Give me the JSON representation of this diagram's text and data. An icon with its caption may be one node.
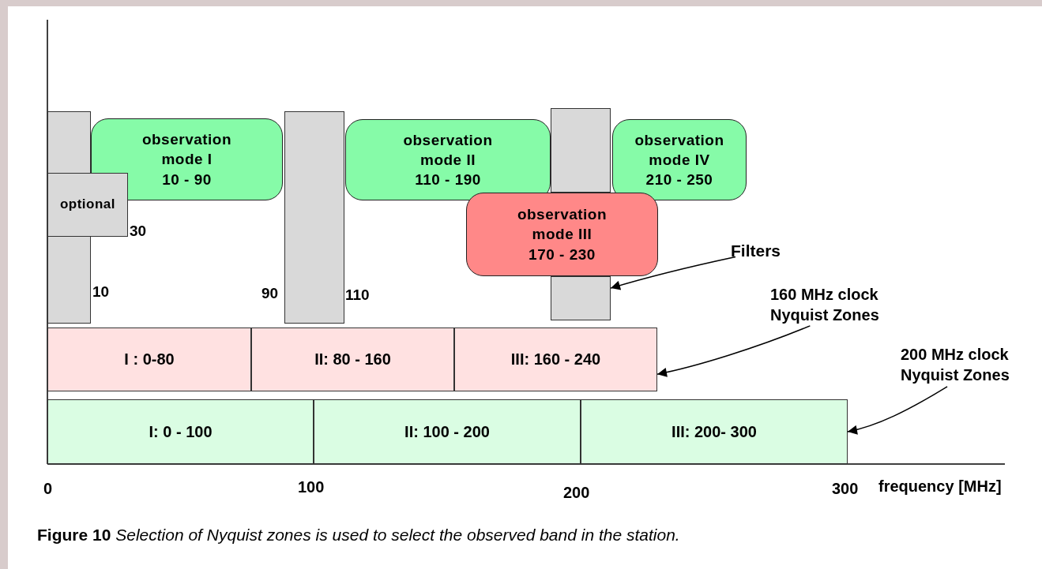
{
  "diagram": {
    "caption": "**Figure 10** *Selection of Nyquist zones is used to select the observed band in the station.*",
    "nodes": [
      {
        "text": [],
        "shape": "bar"
      },
      {
        "text": [],
        "shape": "bar"
      },
      {
        "text": [],
        "shape": "bar"
      },
      {
        "text": [],
        "shape": "bar"
      },
      {
        "text": [
          "observation mode I 10 - 90"
        ]
      },
      {
        "text": [
          "observation mode II 110 - 190"
        ]
      },
      {
        "text": [
          "observation mode IV 210 - 250"
        ]
      },
      {
        "text": [
          "optional"
        ]
      },
      {
        "text": [
          "observation mode III 170 - 230"
        ]
      },
      {
        "text": [
          "Filters"
        ]
      },
      {
        "text": [
          "160 MHz clock Nyquist Zones"
        ]
      },
      {
        "text": [
          "I : 0-80"
        ]
      },
      {
        "text": [
          "II: 80 - 160"
        ]
      },
      {
        "text": [
          "III: 160 - 240"
        ]
      },
      {
        "text": [
          "200 MHz clock Nyquist Zones"
        ]
      },
      {
        "text": [
          "I: 0 - 100"
        ]
      },
      {
        "text": [
          "II: 100 - 200"
        ]
      },
      {
        "text": [
          "III: 200- 300"
        ]
      }
    ],
    "edges": [
      {
        "from": 9,
        "to": 3,
        "arrow": "to"
      },
      {
        "from": 10,
        "to": 13,
        "arrow": "to"
      },
      {
        "from": 14,
        "to": 17,
        "arrow": "to"
      }
    ],
    "labels": [
      "30",
      "10",
      "90",
      "110",
      "0",
      "100",
      "200",
      "300",
      "frequency [MHz]"
    ]
  }
}
